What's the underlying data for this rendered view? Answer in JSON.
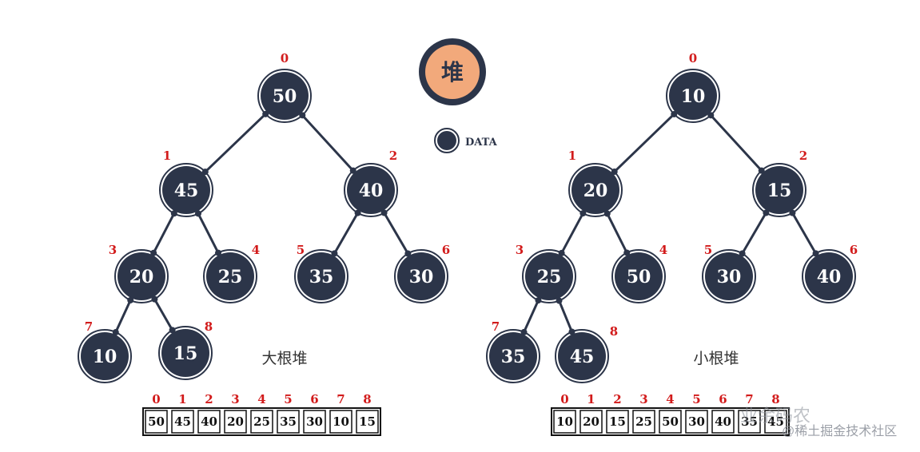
{
  "title": {
    "glyph": "堆",
    "fill": "#f2a97b",
    "ring": "#2c3549"
  },
  "legend": {
    "label": "DATA"
  },
  "colors": {
    "node": "#2c3549",
    "edge": "#2c3549",
    "index": "#d21b1b"
  },
  "heaps": [
    {
      "name": "max-heap",
      "caption": "大根堆",
      "values": [
        50,
        45,
        40,
        20,
        25,
        35,
        30,
        10,
        15
      ],
      "indices": [
        "0",
        "1",
        "2",
        "3",
        "4",
        "5",
        "6",
        "7",
        "8"
      ]
    },
    {
      "name": "min-heap",
      "caption": "小根堆",
      "values": [
        10,
        20,
        15,
        25,
        50,
        30,
        40,
        35,
        45
      ],
      "indices": [
        "0",
        "1",
        "2",
        "3",
        "4",
        "5",
        "6",
        "7",
        "8"
      ]
    }
  ],
  "watermark": {
    "brand": "业余码农",
    "community": "@稀土掘金技术社区"
  }
}
